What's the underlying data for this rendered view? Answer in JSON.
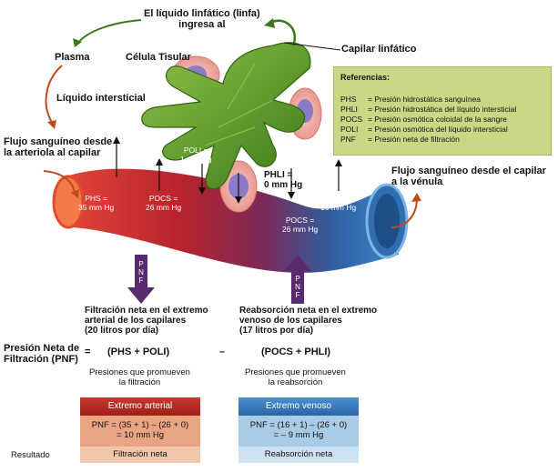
{
  "labels": {
    "lymph_enters": [
      "El líquido linfático (linfa)",
      "ingresa al"
    ],
    "lymph_capillary": "Capilar linfático",
    "plasma": "Plasma",
    "tissue_cell": "Célula Tisular",
    "interstitial_fluid": "Líquido intersticial",
    "blood_from_arteriole": [
      "Flujo sanguíneo desde",
      "la arteriola al capilar"
    ],
    "blood_to_venule": [
      "Flujo sanguíneo desde el capilar",
      "a la vénula"
    ]
  },
  "vessel_labels": {
    "phs_art": [
      "PHS =",
      "35 mm Hg"
    ],
    "pocs_art": [
      "POCS =",
      "26 mm Hg"
    ],
    "poli": [
      "POLI =",
      "1 mm Hg"
    ],
    "phli": [
      "PHLI =",
      "0 mm Hg"
    ],
    "phs_ven": [
      "PHS =",
      "16 mm Hg"
    ],
    "pocs_ven": [
      "POCS =",
      "26 mm Hg"
    ]
  },
  "references": {
    "title": "Referencias:",
    "items": [
      {
        "abbr": "PHS",
        "text": "= Presión hidrostática sanguínea"
      },
      {
        "abbr": "PHLI",
        "text": "= Presión hidrostática del líquido intersticial"
      },
      {
        "abbr": "POCS",
        "text": "= Presión osmótica coloidal de la sangre"
      },
      {
        "abbr": "POLI",
        "text": "= Presión osmótica del líquido intersticial"
      },
      {
        "abbr": "PNF",
        "text": "= Presión neta de filtración"
      }
    ]
  },
  "pnf_arrow_label": "PNF",
  "filtration": [
    "Filtración neta en el extremo",
    "arterial de los capilares",
    "(20 litros por día)"
  ],
  "reabsorption": [
    "Reabsorción neta en el extremo",
    "venoso de los capilares",
    "(17 litros por día)"
  ],
  "formula": {
    "title": [
      "Presión Neta de",
      "Filtración (PNF)"
    ],
    "equals": "=",
    "term1": "(PHS + POLI)",
    "minus": "–",
    "term2": "(POCS + PHLI)",
    "term1_caption": [
      "Presiones que promueven",
      "la filtración"
    ],
    "term2_caption": [
      "Presiones que promueven",
      "la reabsorción"
    ]
  },
  "arterial_box": {
    "header": "Extremo arterial",
    "line1": "PNF = (35 + 1) – (26 + 0)",
    "line2": "= 10 mm Hg",
    "result": "Filtración neta"
  },
  "venous_box": {
    "header": "Extremo venoso",
    "line1": "PNF = (16 + 1) – (26 + 0)",
    "line2": "= – 9 mm Hg",
    "result": "Reabsorción neta"
  },
  "result_label": "Resultado",
  "colors": {
    "arterial": "#c8312a",
    "venous": "#3a78b8",
    "lymph": "#4e8a1e",
    "reference_bg": "#c8d884",
    "arrow_purple": "#5a2a6e"
  }
}
